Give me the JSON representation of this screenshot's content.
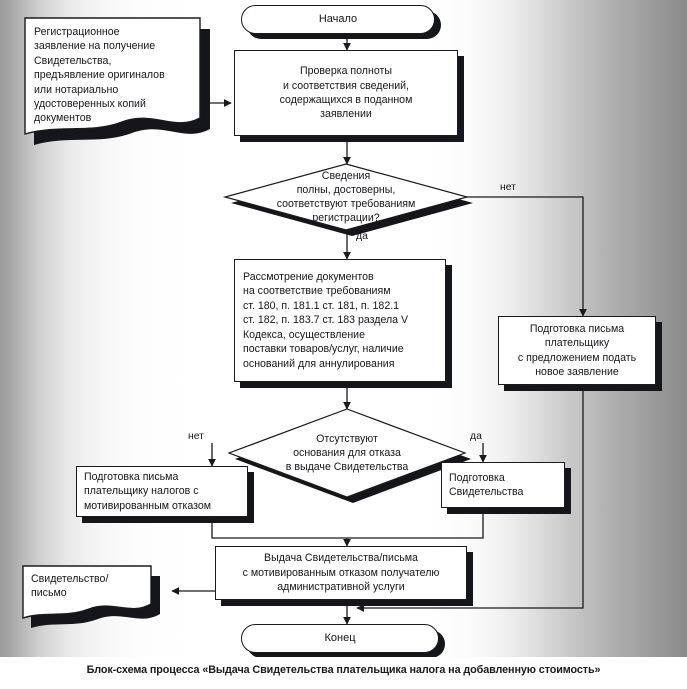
{
  "figure": {
    "caption": "Блок-схема процесса «Выдача Свидетельства плательщика налога на добавленную стоимость»",
    "type": "flowchart",
    "language": "ru"
  },
  "nodes": {
    "input_document": {
      "shape": "document",
      "label": "Регистрационное\nзаявление на получение\nСвидетельства,\nпредъявление оригиналов\nили нотариально\nудостоверенных копий\nдокументов"
    },
    "start": {
      "shape": "terminator",
      "label": "Начало"
    },
    "check_completeness": {
      "shape": "process",
      "label": "Проверка полноты\nи соответствия сведений,\nсодержащихся в поданном\nзаявлении"
    },
    "decision_info_valid": {
      "shape": "decision",
      "label": "Сведения\nполны, достоверны,\nсоответствуют требованиям\nрегистрации?"
    },
    "letter_new_application": {
      "shape": "process",
      "label": "Подготовка письма\nплательщику\nс предложением подать\nновое заявление"
    },
    "review_documents": {
      "shape": "process",
      "label": "Рассмотрение документов\nна соответствие требованиям\nст. 180, п. 181.1 ст. 181, п. 182.1\nст. 182, п. 183.7 ст. 183 раздела V\nКодекса, осуществление\nпоставки товаров/услуг, наличие\nоснований для аннулирования"
    },
    "decision_no_refusal_grounds": {
      "shape": "decision",
      "label": "Отсутствуют\nоснования для отказа\nв выдаче Свидетельства"
    },
    "letter_refusal": {
      "shape": "process",
      "label": "Подготовка письма\nплательщику налогов с\nмотивированным отказом"
    },
    "prepare_certificate": {
      "shape": "process",
      "label": "Подготовка\nСвидетельства"
    },
    "issue_certificate": {
      "shape": "process",
      "label": "Выдача Свидетельства/письма\nс мотивированным отказом получателю\nадминистративной услуги"
    },
    "output_document": {
      "shape": "document",
      "label": "Свидетельство/\nписьмо"
    },
    "end": {
      "shape": "terminator",
      "label": "Конец"
    }
  },
  "edge_labels": {
    "info_valid_no": "нет",
    "info_valid_yes": "да",
    "refusal_no": "нет",
    "refusal_yes": "да"
  },
  "colors": {
    "stroke": "#1a1a1a",
    "fill": "#ffffff",
    "shadow": "#15151c",
    "text": "#16161e",
    "page_edge": "#8f8f8f"
  }
}
